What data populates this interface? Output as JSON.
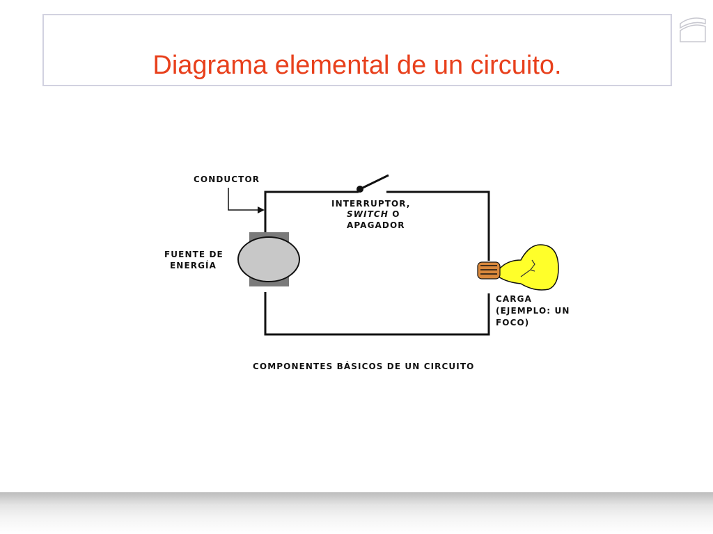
{
  "slide": {
    "title": "Diagrama elemental de un circuito.",
    "title_color": "#e8401c",
    "logo_icon": "white-peaked-house-icon"
  },
  "diagram": {
    "labels": {
      "conductor": "CONDUCTOR",
      "switch_line1": "INTERRUPTOR,",
      "switch_line2_italic": "SWITCH",
      "switch_line2_rest": " O",
      "switch_line3": "APAGADOR",
      "source_line1": "FUENTE DE",
      "source_line2": "ENERGÍA",
      "load_line1": "CARGA",
      "load_line2": "(EJEMPLO: UN",
      "load_line3": "FOCO)",
      "caption": "COMPONENTES BÁSICOS DE UN CIRCUITO"
    },
    "colors": {
      "wire": "#111111",
      "bulb": "#ffff2a",
      "bulb_base": "#d9883c",
      "source_body": "#c8c8c8",
      "source_terminal": "#7a7a7a"
    }
  }
}
